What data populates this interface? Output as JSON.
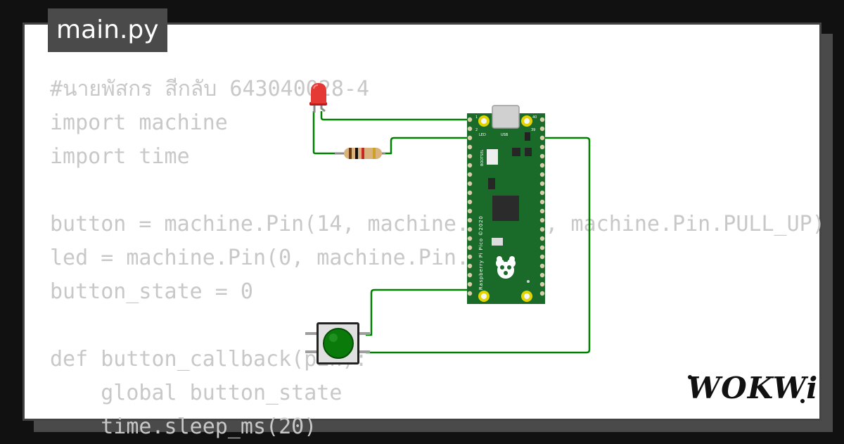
{
  "file_tab": {
    "label": "main.py"
  },
  "code_lines": [
    "#นายพัสกร สีกลับ 643040028-4",
    "import machine",
    "import time",
    "",
    "button = machine.Pin(14, machine.Pin.IN, machine.Pin.PULL_UP)",
    "led = machine.Pin(0, machine.Pin.OUT)",
    "button_state = 0",
    "",
    "def button_callback(pin):",
    "    global button_state",
    "    time.sleep_ms(20)"
  ],
  "board": {
    "silk_vertical": "Raspberry Pi Pico ©2020",
    "bootsel": "BOOTSEL",
    "led": "LED",
    "usb": "USB",
    "pin_1": "1",
    "pin_2": "2",
    "pin_39": "39",
    "pin_40": "40"
  },
  "brand": {
    "logo_text": "WOKWi"
  },
  "colors": {
    "background": "#111111",
    "card": "#ffffff",
    "code_text": "#c8c8c8",
    "wire": "#008000",
    "pcb": "#1a6b2a",
    "led_red": "#e53935",
    "button_green": "#0a7a0a"
  },
  "components": {
    "led": "led-icon",
    "resistor": "resistor-icon",
    "pushbutton": "pushbutton-icon",
    "board": "raspberry-pi-pico"
  }
}
